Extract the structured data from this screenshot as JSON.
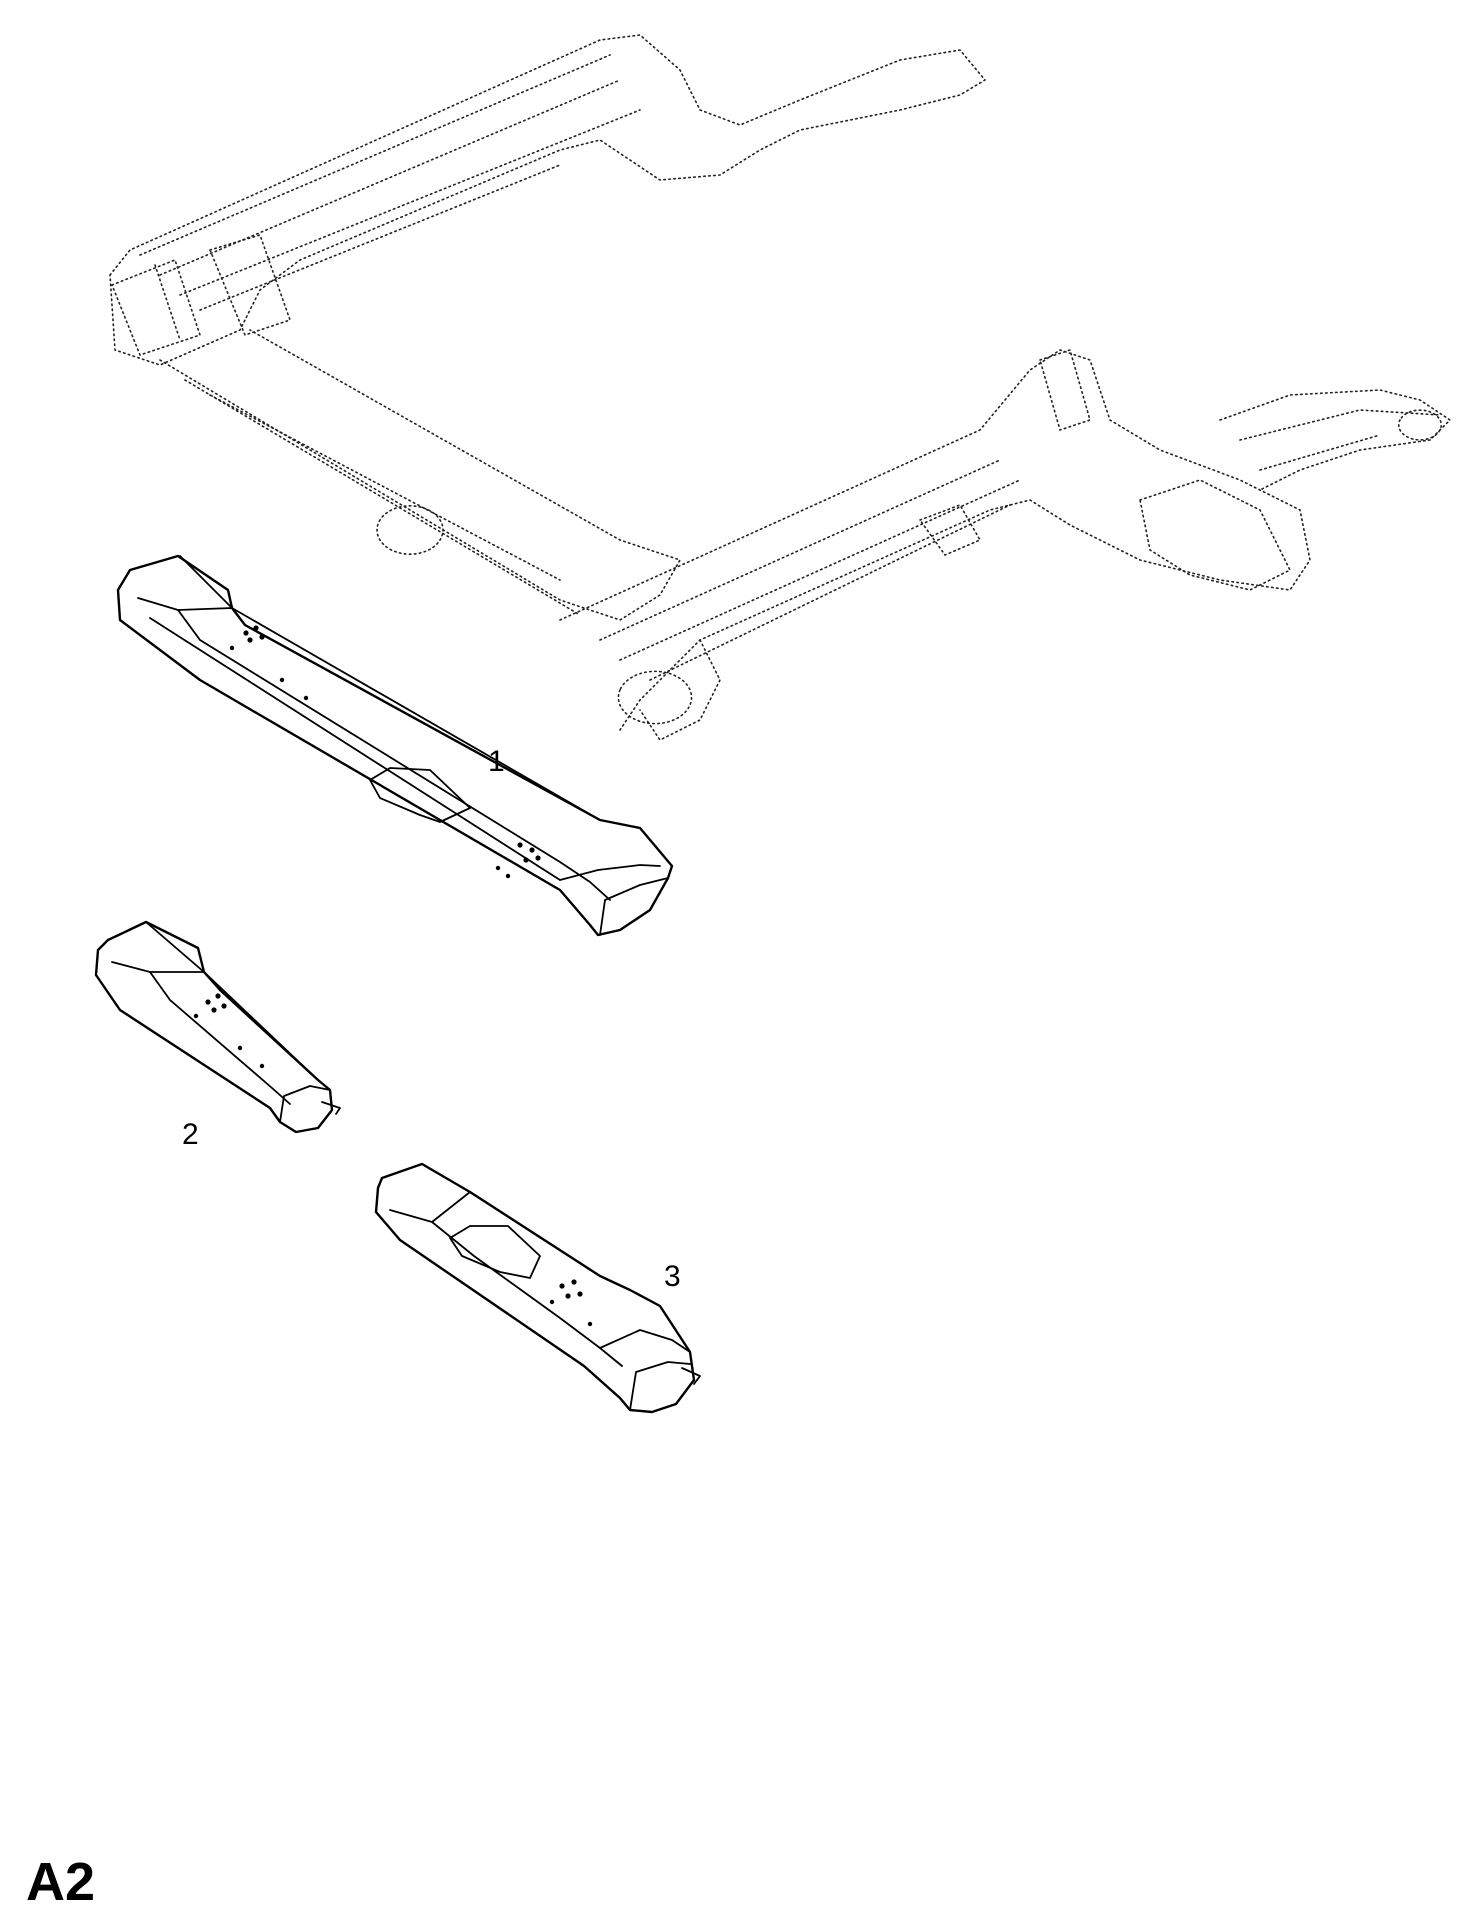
{
  "diagram": {
    "callouts": [
      {
        "id": "1",
        "label": "1"
      },
      {
        "id": "2",
        "label": "2"
      },
      {
        "id": "3",
        "label": "3"
      }
    ],
    "page_code": "A2",
    "line_color": "#000000",
    "background": "#ffffff"
  }
}
